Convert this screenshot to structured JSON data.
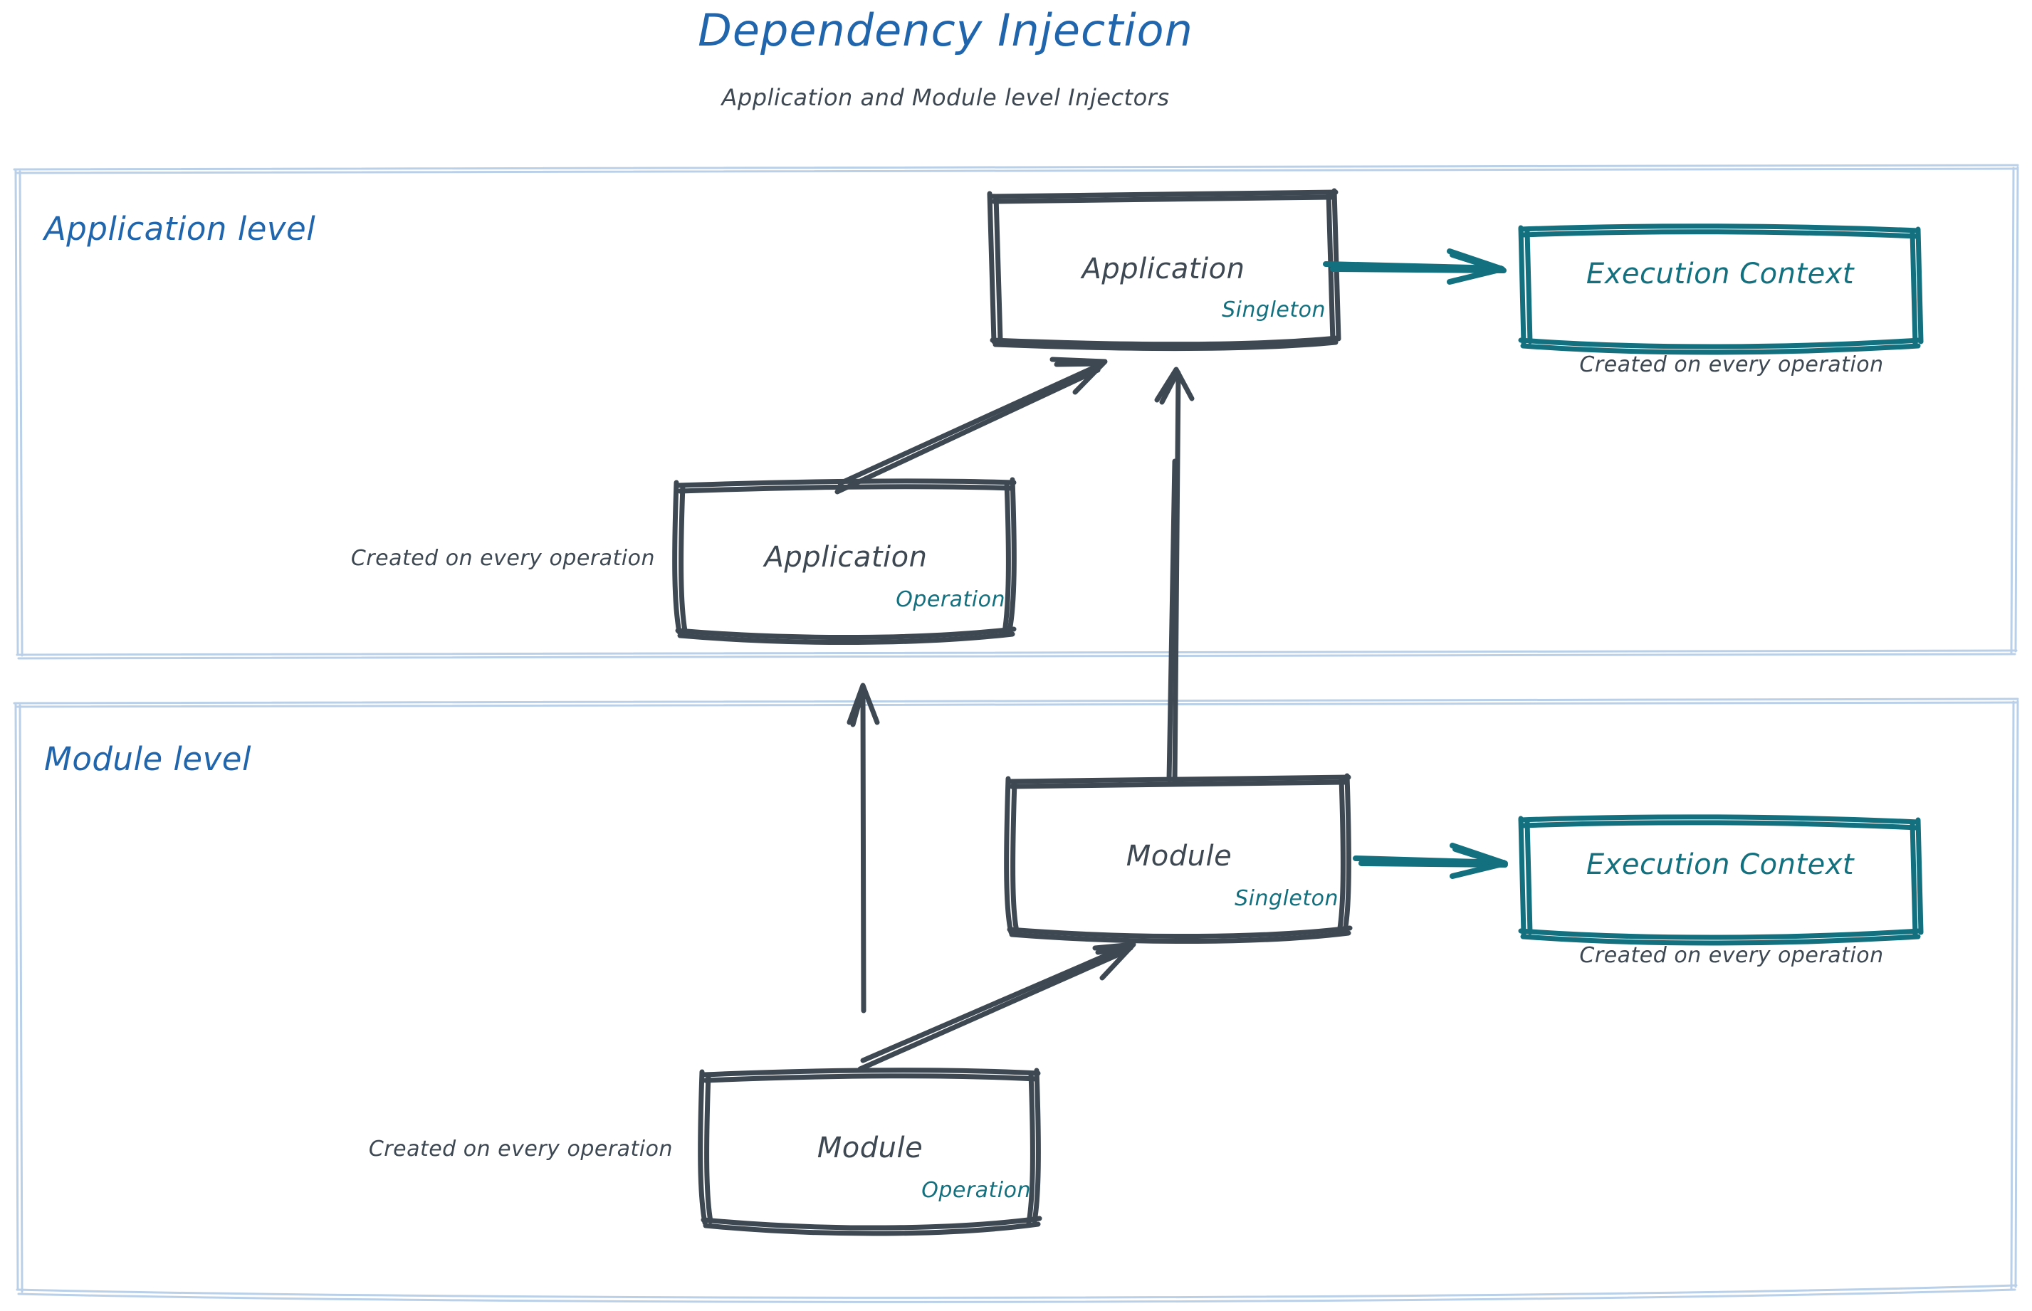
{
  "header": {
    "title": "Dependency Injection",
    "subtitle": "Application and Module level Injectors"
  },
  "colors": {
    "title_blue": "#2166ac",
    "panel_border_blue": "#b9d0e8",
    "ink_slate": "#3d4852",
    "scope_teal": "#13707f",
    "background": "#ffffff"
  },
  "panels": [
    {
      "id": "application-level",
      "label": "Application level"
    },
    {
      "id": "module-level",
      "label": "Module level"
    }
  ],
  "nodes": {
    "app_singleton": {
      "title": "Application",
      "scope": "Singleton"
    },
    "app_operation": {
      "title": "Application",
      "scope": "Operation"
    },
    "module_singleton": {
      "title": "Module",
      "scope": "Singleton"
    },
    "module_operation": {
      "title": "Module",
      "scope": "Operation"
    },
    "app_exec_context": {
      "title": "Execution Context"
    },
    "module_exec_context": {
      "title": "Execution Context"
    }
  },
  "captions": {
    "app_exec_context_note": "Created on every operation",
    "app_operation_note": "Created on every operation",
    "module_exec_context_note": "Created on every operation",
    "module_operation_note": "Created on every operation"
  },
  "edges": [
    {
      "id": "app-singleton-to-exec-context",
      "from": "app_singleton",
      "to": "app_exec_context",
      "color": "#13707f",
      "style": "arrow"
    },
    {
      "id": "app-operation-to-app-singleton",
      "from": "app_operation",
      "to": "app_singleton",
      "color": "#3d4852",
      "style": "arrow"
    },
    {
      "id": "module-singleton-to-app-singleton",
      "from": "module_singleton",
      "to": "app_singleton",
      "color": "#3d4852",
      "style": "arrow"
    },
    {
      "id": "module-singleton-to-exec-context",
      "from": "module_singleton",
      "to": "module_exec_context",
      "color": "#13707f",
      "style": "arrow"
    },
    {
      "id": "module-operation-to-module-singleton",
      "from": "module_operation",
      "to": "module_singleton",
      "color": "#3d4852",
      "style": "arrow"
    },
    {
      "id": "module-operation-to-app-operation",
      "from": "module_operation",
      "to": "app_operation",
      "color": "#3d4852",
      "style": "arrow"
    }
  ]
}
